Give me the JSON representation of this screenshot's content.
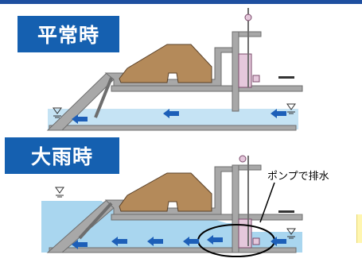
{
  "colors": {
    "label_bg": "#1560b0",
    "top_rule": "#1e4fa0",
    "water": "#c5e3f4",
    "flood_water": "#a9d6ef",
    "concrete": "#a8a8a8",
    "concrete_edge": "#6e6e6e",
    "soil": "#b48a5a",
    "soil_edge": "#5a4128",
    "pump": "#e5c8dc",
    "pump_edge": "#7a4a6a",
    "flow_arrow": "#1d5fb8",
    "highlight_callout": "#fff6b0"
  },
  "icons": {
    "water_level": "water-level-triangle-icon",
    "flow": "flow-arrow-left-icon",
    "valve": "valve-wheel-icon"
  },
  "panels": [
    {
      "id": "normal",
      "label": "平常時",
      "flood": false
    },
    {
      "id": "rain",
      "label": "大雨時",
      "flood": true
    }
  ],
  "callout": {
    "text": "ポンプで排水"
  }
}
